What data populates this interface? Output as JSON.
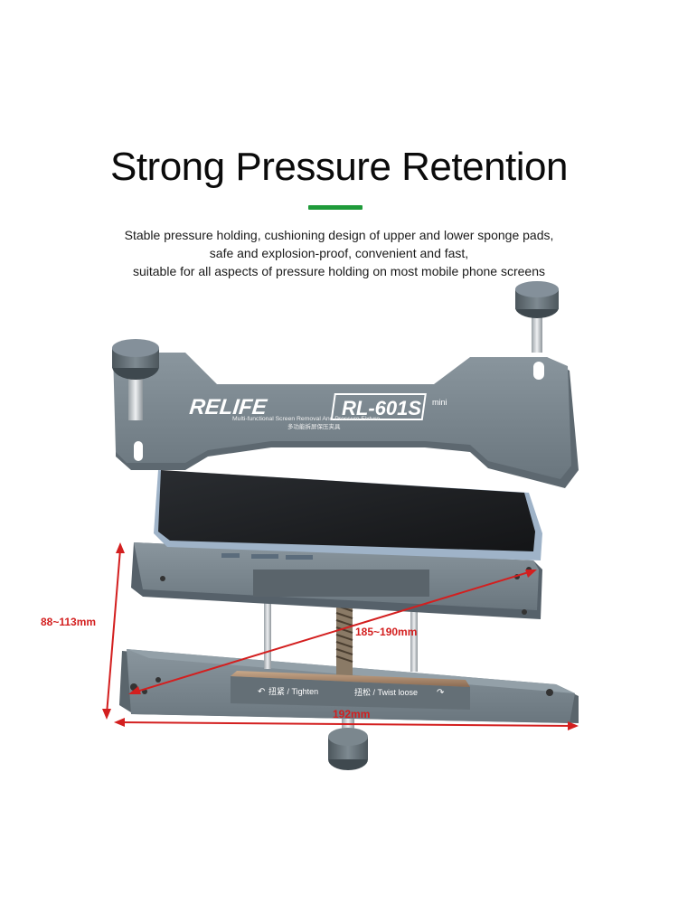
{
  "heading": {
    "title": "Strong Pressure Retention",
    "accent_color": "#1f9b3a"
  },
  "description": {
    "line1": "Stable pressure holding, cushioning design of upper and lower sponge pads,",
    "line2": "safe and explosion-proof, convenient and fast,",
    "line3": "suitable for all aspects of pressure holding on most mobile phone screens"
  },
  "product": {
    "brand": "RELIFE",
    "model": "RL-601S",
    "model_badge": "mini",
    "subtitle": "Multi-functional Screen Removal And Pressure Fixture",
    "subtitle_cn": "多功能拆屏保压夹具",
    "tighten_label": "扭紧 / Tighten",
    "loosen_label": "扭松 / Twist loose"
  },
  "dimensions": {
    "height_range": "88~113mm",
    "diagonal_range": "185~190mm",
    "base_length": "192mm",
    "arrow_color": "#d31f1f"
  },
  "colors": {
    "metal": "#6f7b83",
    "metal_dark": "#4f5a61",
    "screen": "#1d1f22",
    "phone_frame": "#9fb3c8"
  }
}
